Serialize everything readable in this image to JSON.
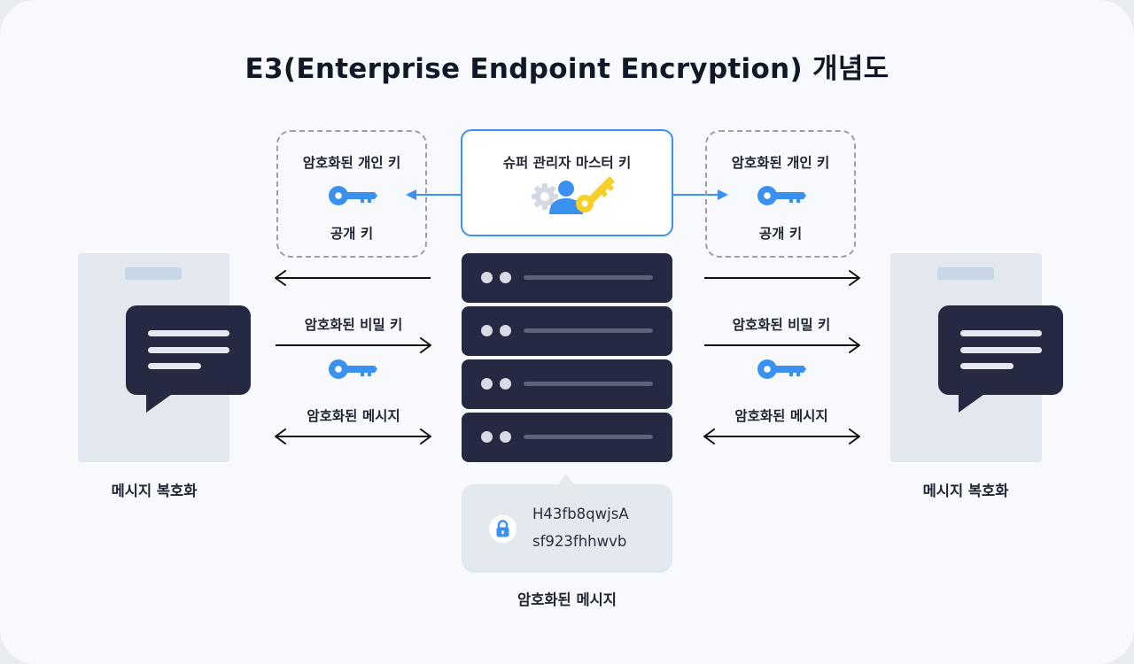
{
  "title": "E3(Enterprise Endpoint Encryption) 개념도",
  "master_key": {
    "label": "슈퍼 관리자 마스터 키",
    "icon": "admin-master-key-icon"
  },
  "left": {
    "key_box": {
      "private_key_label": "암호화된 개인 키",
      "public_key_label": "공개 키"
    },
    "secret_key_label": "암호화된 비밀 키",
    "message_label": "암호화된 메시지",
    "device_label": "메시지 복호화"
  },
  "right": {
    "key_box": {
      "private_key_label": "암호화된 개인 키",
      "public_key_label": "공개 키"
    },
    "secret_key_label": "암호화된 비밀 키",
    "message_label": "암호화된 메시지",
    "device_label": "메시지 복호화"
  },
  "server": {
    "units": 4
  },
  "encrypted_message": {
    "lines": [
      "H43fb8qwjsA",
      "sf923fhhwvb"
    ],
    "label": "암호화된 메시지"
  },
  "colors": {
    "accent_blue": "#3b91f0",
    "key_yellow": "#f7cf2b",
    "navy": "#252a42",
    "gear_gray": "#d4d9e1"
  }
}
